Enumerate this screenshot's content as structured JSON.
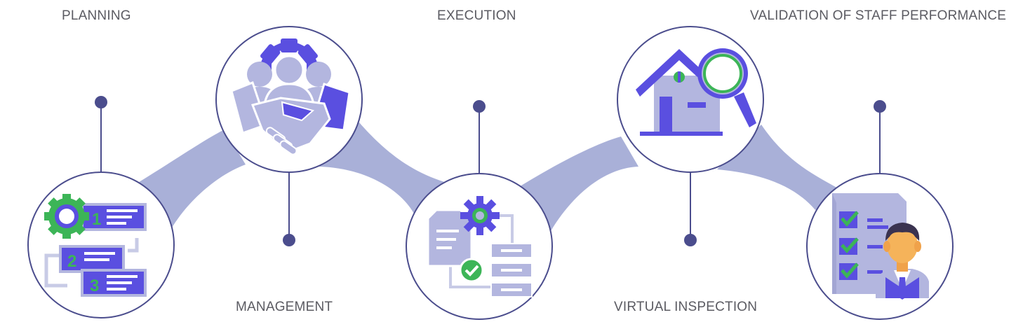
{
  "colors": {
    "ribbon": "#a9b0d8",
    "circle_border": "#4b4d8d",
    "dot": "#4b4d8d",
    "icon_primary": "#5a4fe0",
    "icon_light": "#b3b6df",
    "icon_green": "#3cb557",
    "label": "#5b5b62"
  },
  "steps": [
    {
      "label": "PLANNING",
      "icon": "numbered-steps-gear-icon"
    },
    {
      "label": "MANAGEMENT",
      "icon": "team-handshake-gear-icon"
    },
    {
      "label": "EXECUTION",
      "icon": "workflow-gear-checkmark-icon"
    },
    {
      "label": "VIRTUAL INSPECTION",
      "icon": "house-magnifier-icon"
    },
    {
      "label": "VALIDATION OF STAFF PERFORMANCE",
      "icon": "checklist-staff-icon"
    }
  ]
}
